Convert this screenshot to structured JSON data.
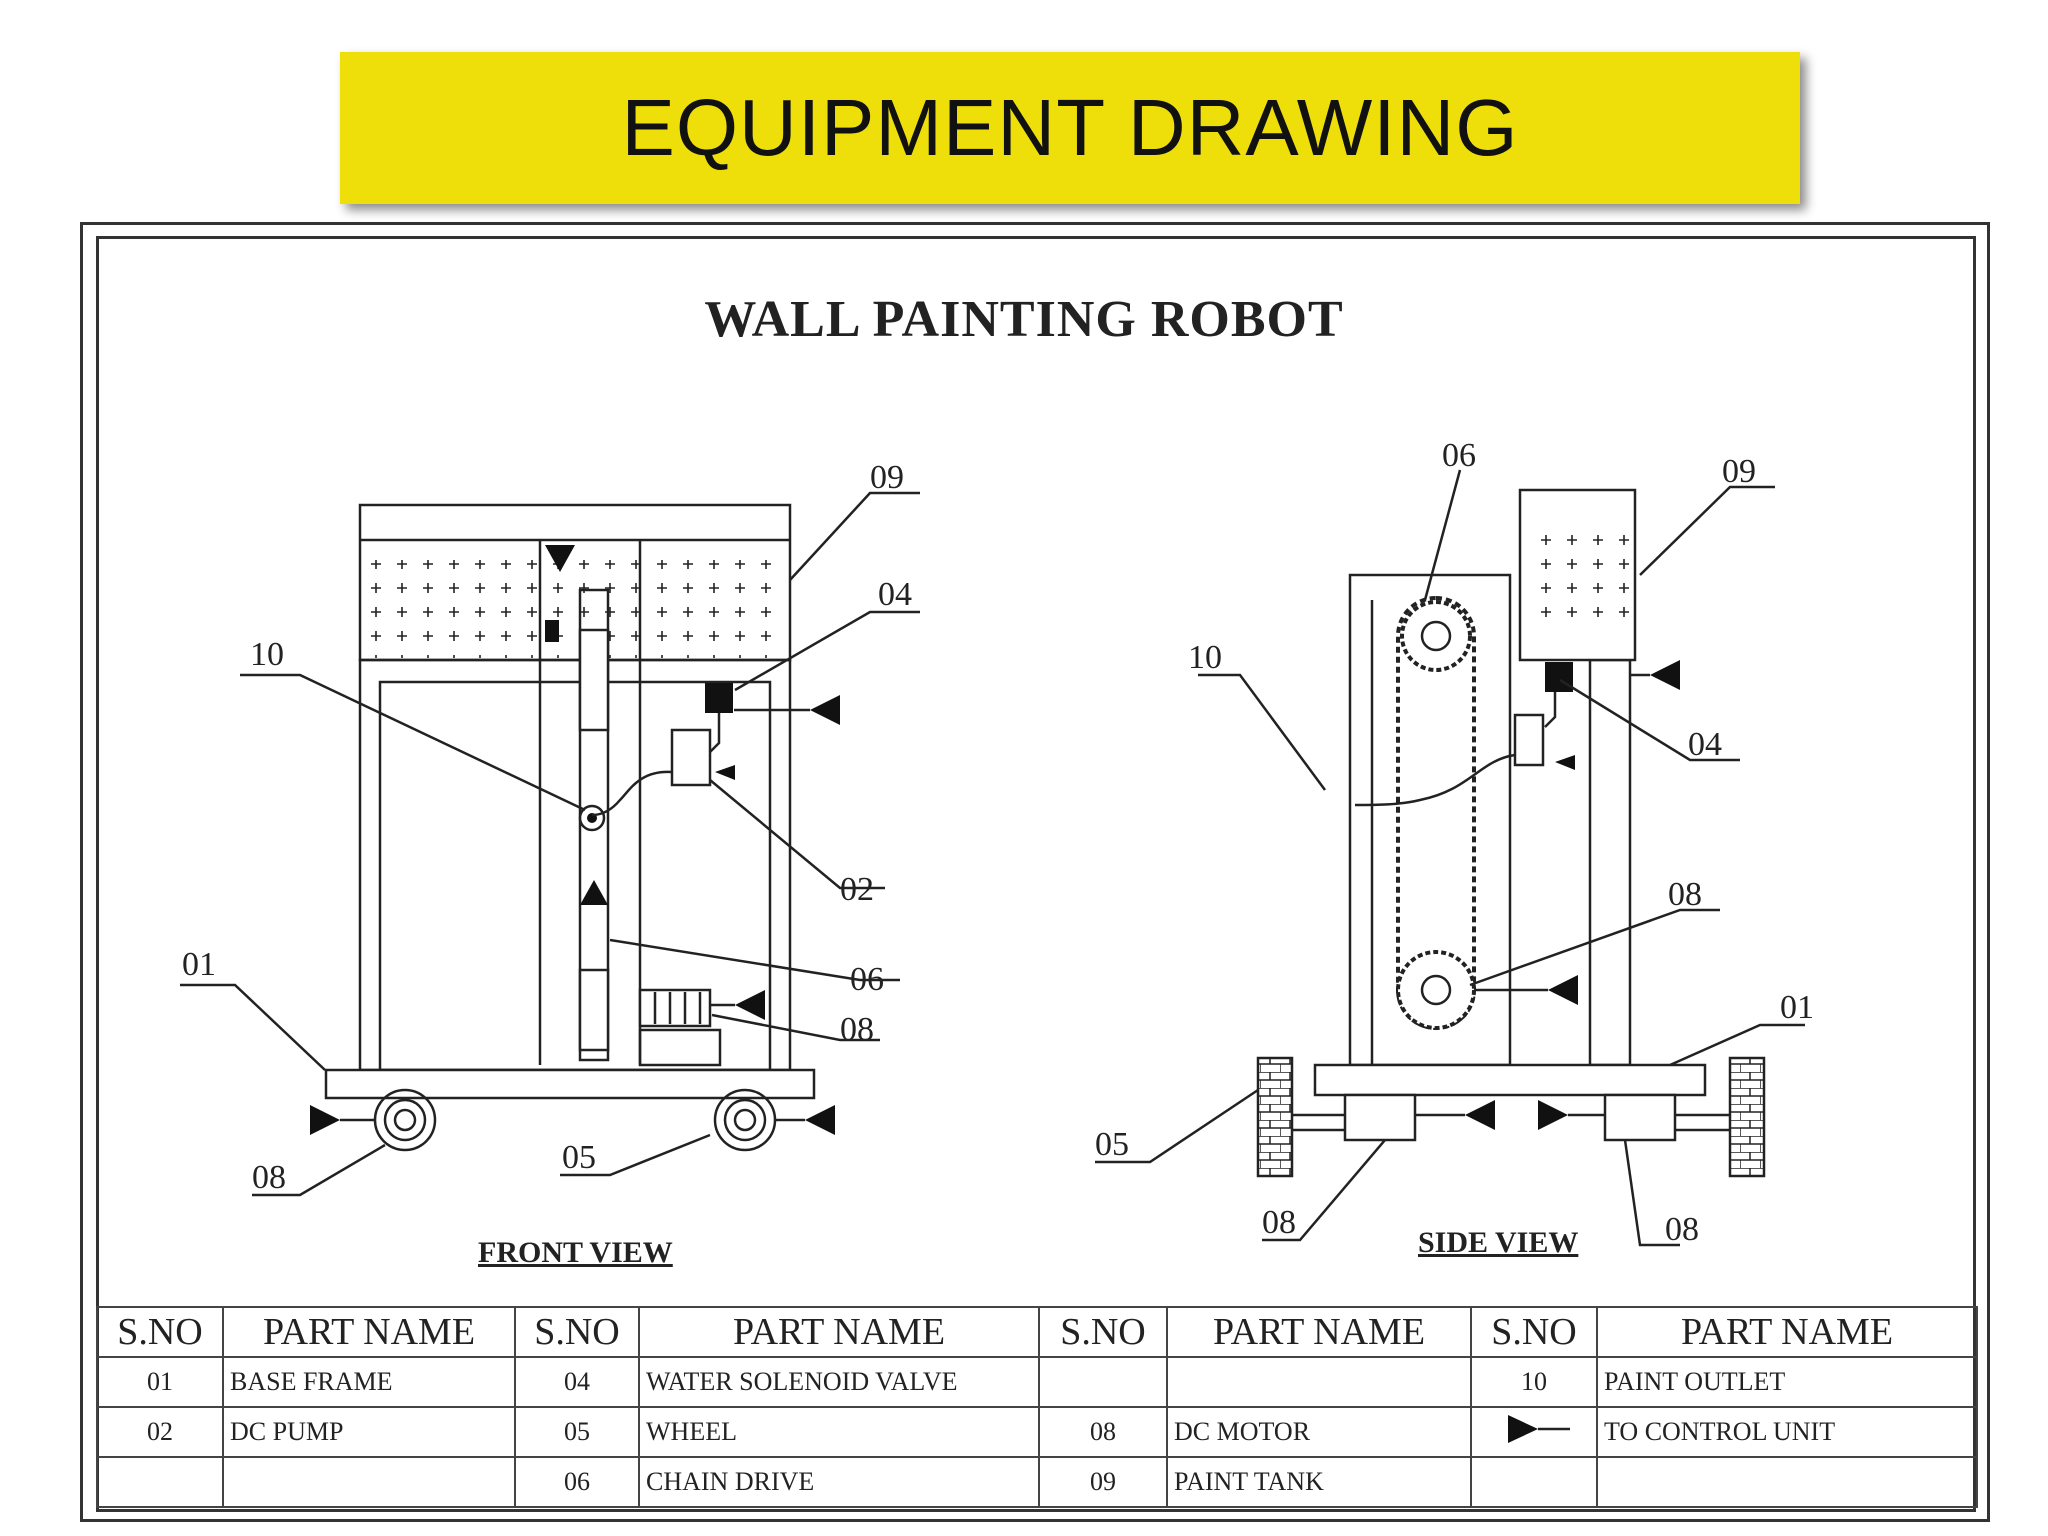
{
  "banner": {
    "title": "EQUIPMENT DRAWING"
  },
  "drawing": {
    "title": "WALL PAINTING ROBOT",
    "front_view_label": "FRONT VIEW",
    "side_view_label": "SIDE VIEW",
    "front_callouts": [
      "09",
      "04",
      "10",
      "02",
      "06",
      "08",
      "01",
      "08",
      "05"
    ],
    "side_callouts": [
      "06",
      "09",
      "10",
      "04",
      "08",
      "01",
      "05",
      "08",
      "08"
    ]
  },
  "parts_table": {
    "headers": [
      "S.NO",
      "PART NAME",
      "S.NO",
      "PART NAME",
      "S.NO",
      "PART NAME",
      "S.NO",
      "PART NAME"
    ],
    "rows": [
      [
        "01",
        "BASE FRAME",
        "04",
        "WATER SOLENOID VALVE",
        "",
        "",
        "10",
        "PAINT OUTLET"
      ],
      [
        "02",
        "DC PUMP",
        "05",
        "WHEEL",
        "08",
        "DC MOTOR",
        "",
        "TO CONTROL UNIT"
      ],
      [
        "",
        "",
        "06",
        "CHAIN DRIVE",
        "09",
        "PAINT TANK",
        "",
        ""
      ]
    ],
    "legend_icon": "arrow-triangle-icon"
  }
}
